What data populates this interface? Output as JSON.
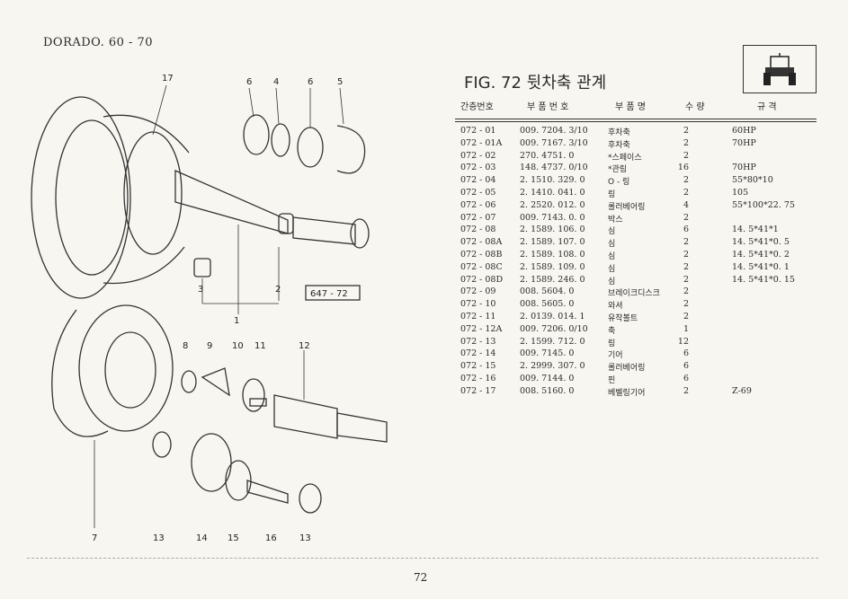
{
  "header": {
    "model": "DORADO. 60 - 70"
  },
  "figure": {
    "title": "FIG. 72 뒷차축 관계",
    "ref_code": "647 - 72"
  },
  "table": {
    "headers": [
      "간층번호",
      "부 품 번 호",
      "부 품 명",
      "수 량",
      "규 격"
    ],
    "rows": [
      [
        "072 - 01",
        "009. 7204. 3/10",
        "후차축",
        "2",
        "60HP"
      ],
      [
        "072 - 01A",
        "009. 7167. 3/10",
        "후차축",
        "2",
        "70HP"
      ],
      [
        "072 - 02",
        "270. 4751. 0",
        "*스페이스",
        "2",
        ""
      ],
      [
        "072 - 03",
        "148. 4737. 0/10",
        "*관림",
        "16",
        "70HP"
      ],
      [
        "072 - 04",
        "2. 1510. 329. 0",
        "O - 링",
        "2",
        "55*80*10"
      ],
      [
        "072 - 05",
        "2. 1410. 041. 0",
        "링",
        "2",
        "105"
      ],
      [
        "072 - 06",
        "2. 2520. 012. 0",
        "롤러베어링",
        "4",
        "55*100*22. 75"
      ],
      [
        "072 - 07",
        "009. 7143. 0. 0",
        "박스",
        "2",
        ""
      ],
      [
        "072 - 08",
        "2. 1589. 106. 0",
        "심",
        "6",
        "14. 5*41*1"
      ],
      [
        "072 - 08A",
        "2. 1589. 107. 0",
        "심",
        "2",
        "14. 5*41*0. 5"
      ],
      [
        "072 - 08B",
        "2. 1589. 108. 0",
        "심",
        "2",
        "14. 5*41*0. 2"
      ],
      [
        "072 - 08C",
        "2. 1589. 109. 0",
        "심",
        "2",
        "14. 5*41*0. 1"
      ],
      [
        "072 - 08D",
        "2. 1589. 246. 0",
        "심",
        "2",
        "14. 5*41*0. 15"
      ],
      [
        "072 - 09",
        "008. 5604. 0",
        "브레이크디스크",
        "2",
        ""
      ],
      [
        "072 - 10",
        "008. 5605. 0",
        "와셔",
        "2",
        ""
      ],
      [
        "072 - 11",
        "2. 0139. 014. 1",
        "유착볼트",
        "2",
        ""
      ],
      [
        "072 - 12A",
        "009. 7206. 0/10",
        "축",
        "1",
        ""
      ],
      [
        "072 - 13",
        "2. 1599. 712. 0",
        "링",
        "12",
        ""
      ],
      [
        "072 - 14",
        "009. 7145. 0",
        "기어",
        "6",
        ""
      ],
      [
        "072 - 15",
        "2. 2999. 307. 0",
        "롤러베어링",
        "6",
        ""
      ],
      [
        "072 - 16",
        "009. 7144. 0",
        "핀",
        "6",
        ""
      ],
      [
        "072 - 17",
        "008. 5160. 0",
        "베벨링기어",
        "2",
        "Z-69"
      ]
    ]
  },
  "callouts": [
    "17",
    "6",
    "4",
    "6",
    "5",
    "3",
    "2",
    "1",
    "8",
    "9",
    "10",
    "11",
    "12",
    "7",
    "13",
    "14",
    "15",
    "16",
    "13"
  ],
  "page": {
    "number": "72"
  }
}
